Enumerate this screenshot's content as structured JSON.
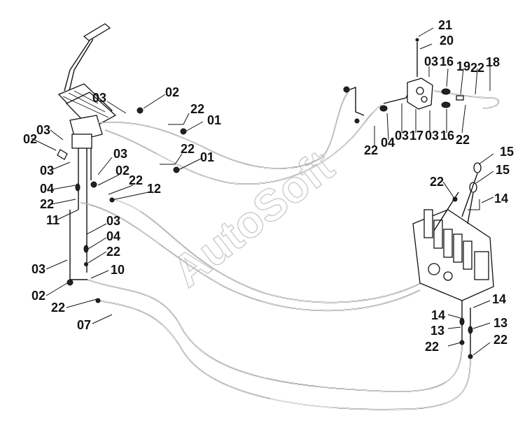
{
  "watermark": "AutoSoft",
  "callouts": {
    "c01a": "01",
    "c01b": "01",
    "c02a": "02",
    "c02b": "02",
    "c02c": "02",
    "c02d": "02",
    "c03a": "03",
    "c03b": "03",
    "c03c": "03",
    "c03d": "03",
    "c03e": "03",
    "c03f": "03",
    "c03g": "03",
    "c03h": "03",
    "c03i": "03",
    "c04a": "04",
    "c04b": "04",
    "c04c": "04",
    "c07": "07",
    "c10": "10",
    "c11": "11",
    "c12": "12",
    "c13a": "13",
    "c13b": "13",
    "c14a": "14",
    "c14b": "14",
    "c14c": "14",
    "c15a": "15",
    "c15b": "15",
    "c16a": "16",
    "c16b": "16",
    "c17": "17",
    "c18": "18",
    "c19": "19",
    "c20": "20",
    "c21": "21",
    "c22a": "22",
    "c22b": "22",
    "c22c": "22",
    "c22d": "22",
    "c22e": "22",
    "c22f": "22",
    "c22g": "22",
    "c22h": "22",
    "c22i": "22",
    "c22j": "22",
    "c22k": "22",
    "c22l": "22"
  }
}
